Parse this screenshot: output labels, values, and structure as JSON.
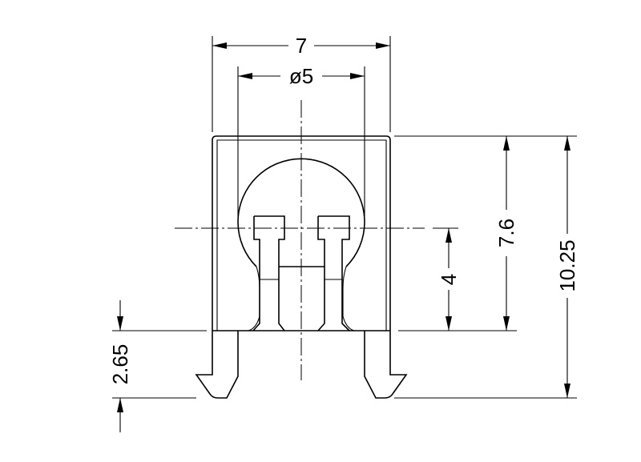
{
  "drawing": {
    "dimensions": {
      "overall_width": "7",
      "diameter": "ø5",
      "height_to_base": "7.6",
      "overall_height": "10.25",
      "center_height": "4",
      "leg_length": "2.65"
    }
  }
}
